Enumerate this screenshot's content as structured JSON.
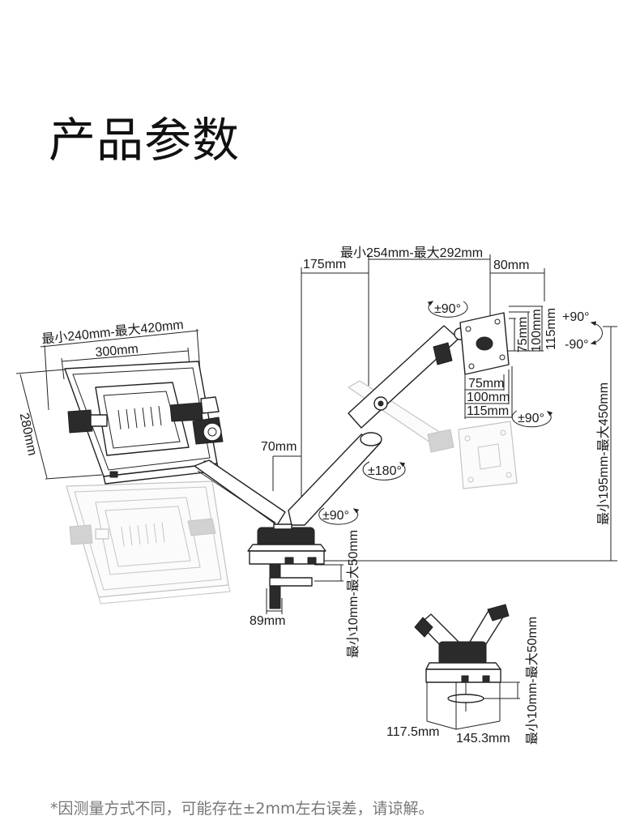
{
  "page": {
    "title": "产品参数",
    "footnote": "*因测量方式不同，可能存在±2mm左右误差，请谅解。"
  },
  "main_diagram": {
    "arm_span": "最小254mm-最大292mm",
    "arm_offset": "175mm",
    "head_offset": "80mm",
    "head_rotation": "±90°",
    "tilt_up": "+90°",
    "tilt_down": "-90°",
    "vesa_vertical": [
      "75mm",
      "100mm",
      "115mm"
    ],
    "vesa_horizontal": [
      "75mm",
      "100mm",
      "115mm"
    ],
    "plate_rotation": "±90°",
    "height_range": "最小195mm-最大450mm",
    "tray_width_range": "最小240mm-最大420mm",
    "tray_width": "300mm",
    "tray_depth": "280mm",
    "arm_base_offset": "70mm",
    "elbow_rotation": "±180°",
    "base_rotation": "±90°",
    "clamp_thickness": "最小10mm-最大50mm",
    "clamp_width": "89mm"
  },
  "clamp_detail": {
    "clamp_thickness": "最小10mm-最大50mm",
    "base_depth": "117.5mm",
    "base_width": "145.3mm"
  },
  "colors": {
    "line": "#222222",
    "dark": "#2b2b2b",
    "ghost": "#c4c4c4",
    "footnote": "#777777",
    "title": "#111111"
  }
}
